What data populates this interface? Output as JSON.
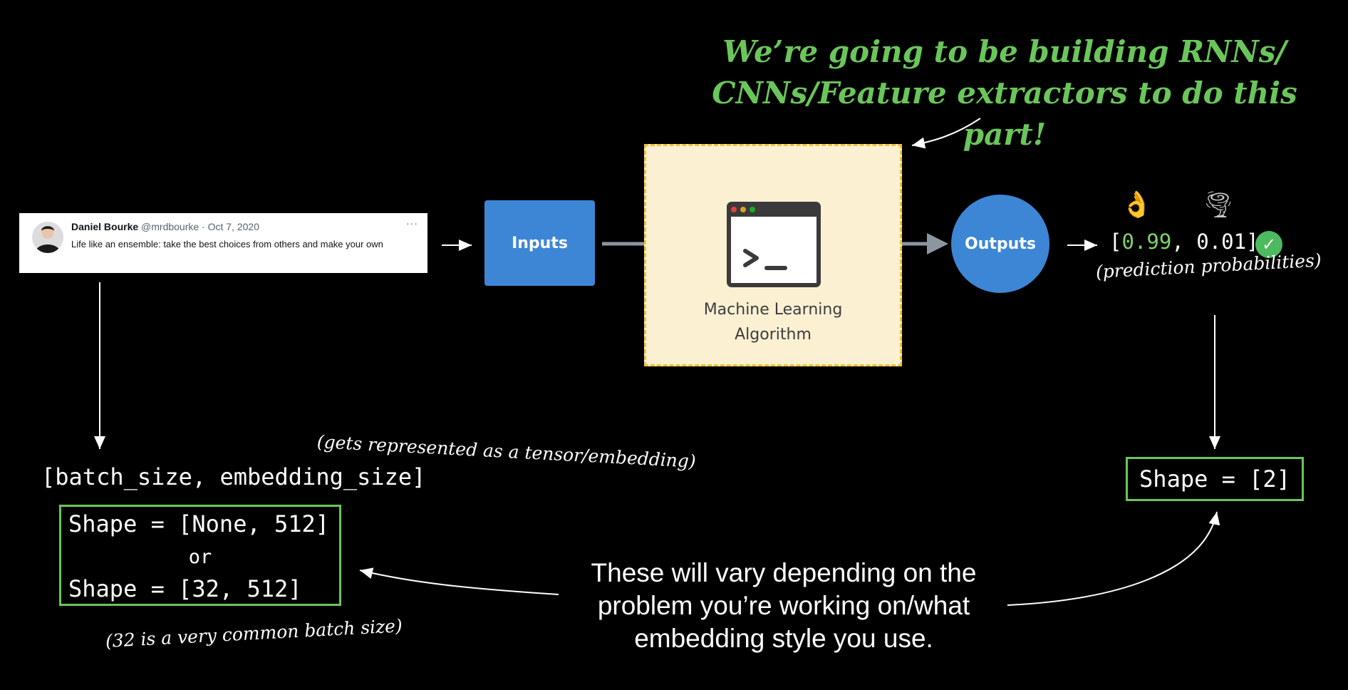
{
  "headline": {
    "line1": "We’re going to be building RNNs/",
    "line2": "CNNs/Feature extractors to do this part!"
  },
  "tweet": {
    "author": "Daniel Bourke",
    "handle": " @mrdbourke · Oct 7, 2020",
    "menu": "···",
    "text": "Life like an ensemble: take the best choices from others and make your own"
  },
  "pipeline": {
    "inputs_label": "Inputs",
    "ml_label_line1": "Machine Learning",
    "ml_label_line2": "Algorithm",
    "outputs_label": "Outputs"
  },
  "prediction": {
    "open": "[",
    "value1": "0.99",
    "sep": ", ",
    "value2": "0.01",
    "close": "]",
    "caption": "(prediction probabilities)",
    "emoji_left": "👌",
    "emoji_right": "🌪",
    "check_icon": "✓"
  },
  "input_shape": {
    "tensor_caption": "(gets represented as a tensor/embedding)",
    "batch_label": "[batch_size, embedding_size]",
    "shape_none": "Shape = [None, 512]",
    "or_text": "or",
    "shape_32": "Shape = [32, 512]",
    "batch_caption": "(32 is a very common batch size)"
  },
  "output_shape": {
    "label": "Shape = [2]"
  },
  "note": {
    "line1": "These will vary depending on the",
    "line2": "problem you’re working on/what",
    "line3": "embedding style you use."
  },
  "colors": {
    "background": "#000000",
    "accent_green": "#6ac65a",
    "box_blue": "#3d86d6",
    "ml_fill": "#fcf0d2",
    "ml_border": "#f2c230"
  }
}
